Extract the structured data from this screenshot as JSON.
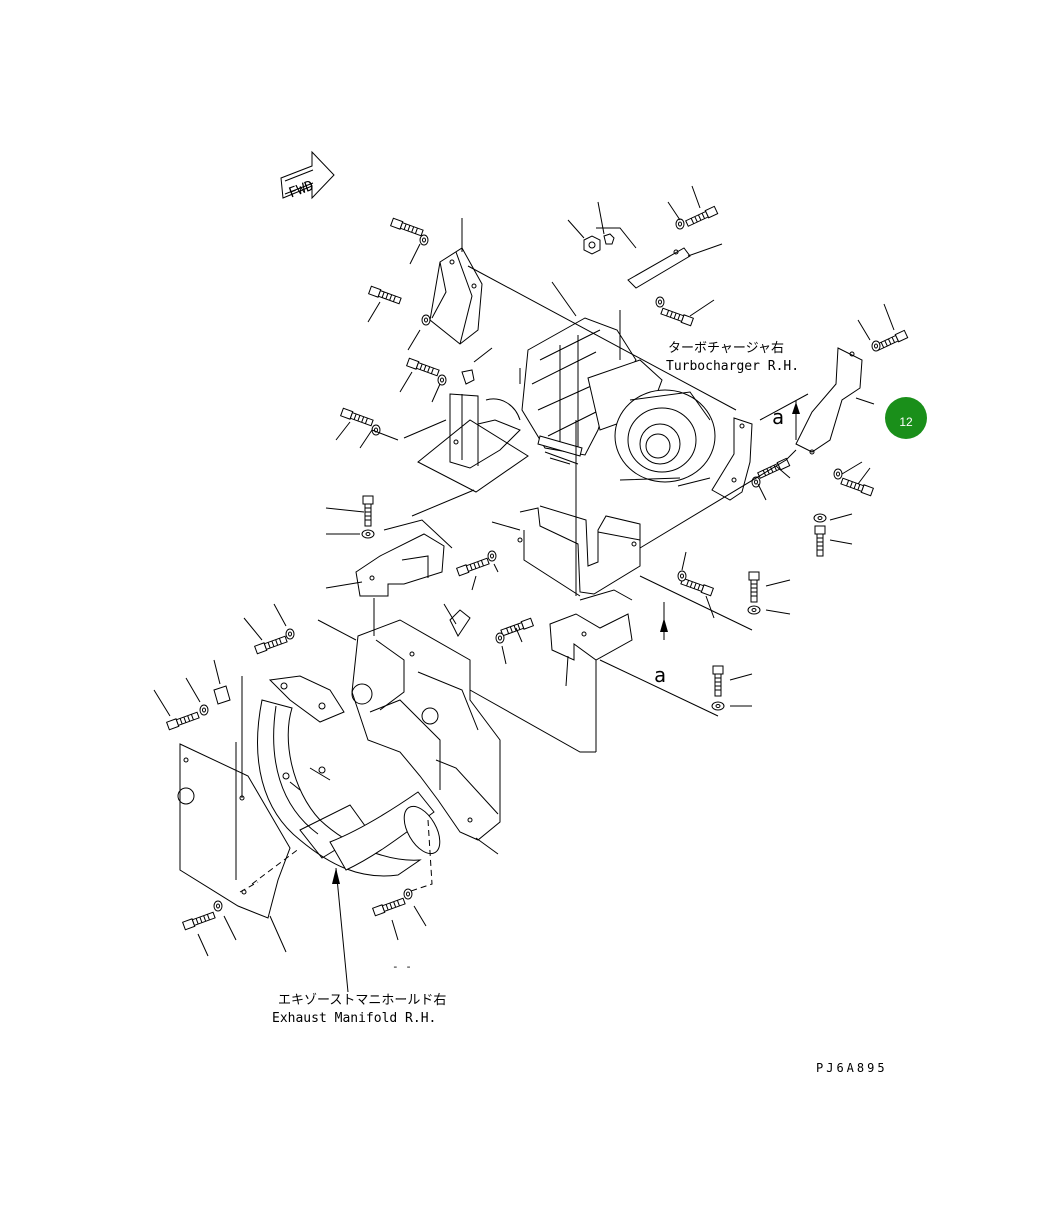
{
  "labels": {
    "turbo_jp": "ターボチャージャ右",
    "turbo_en": "Turbocharger R.H.",
    "manifold_jp": "エキゾーストマニホールド右",
    "manifold_en": "Exhaust Manifold R.H.",
    "fwd": "FWD",
    "view_a_top": "a",
    "view_a_bottom": "a",
    "drawing_code": "PJ6A895",
    "dash_marks": "- -"
  },
  "callouts": [
    {
      "number": "12",
      "color": "#1a8f1a",
      "text_color": "#ffffff"
    }
  ],
  "icons": [
    "fwd-arrow-icon",
    "bolt-icon",
    "washer-icon",
    "nut-icon",
    "arrow-up-icon"
  ]
}
